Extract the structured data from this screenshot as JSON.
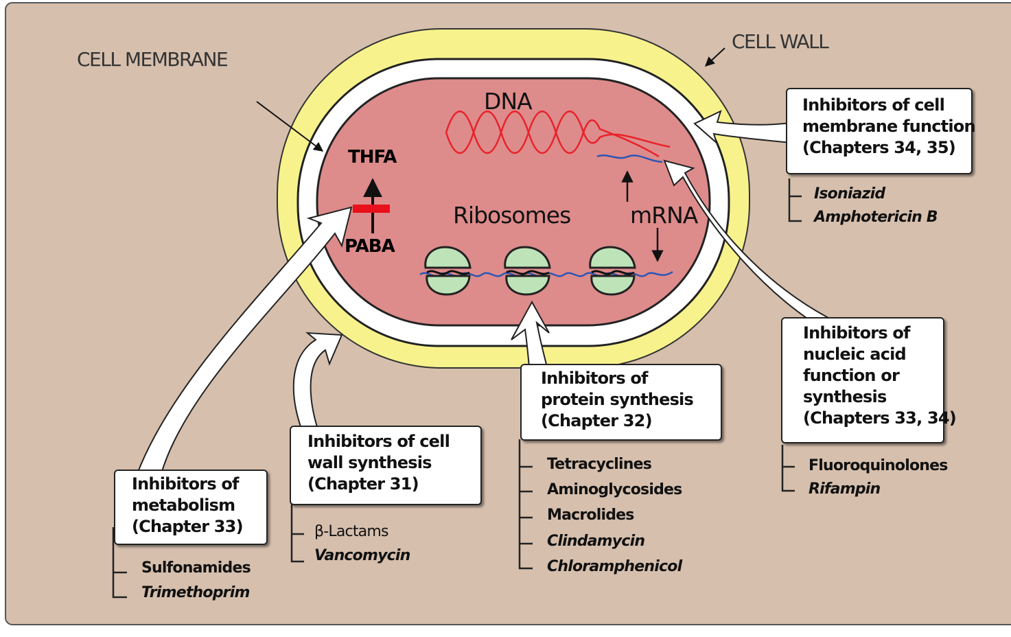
{
  "labels": {
    "cell_membrane": "CELL MEMBRANE",
    "cell_wall": "CELL WALL",
    "dna": "DNA",
    "ribosomes": "Ribosomes",
    "mrna": "mRNA",
    "thfa": "THFA",
    "paba": "PABA"
  },
  "boxes": {
    "membrane": {
      "line1": "Inhibitors of cell",
      "line2": "membrane function",
      "line3": "(Chapters 34, 35)"
    },
    "nucleic": {
      "line1": "Inhibitors of",
      "line2": "nucleic acid",
      "line3": "function or",
      "line4": "synthesis",
      "line5": "(Chapters 33, 34)"
    },
    "protein": {
      "line1": "Inhibitors of",
      "line2": "protein synthesis",
      "line3": "(Chapter 32)"
    },
    "wall": {
      "line1": "Inhibitors of cell",
      "line2": "wall synthesis",
      "line3": "(Chapter 31)"
    },
    "metabolism": {
      "line1": "Inhibitors of",
      "line2": "metabolism",
      "line3": "(Chapter 33)"
    }
  },
  "drugs": {
    "membrane": [
      "Isoniazid",
      "Amphotericin B"
    ],
    "nucleic": [
      "Fluoroquinolones",
      "Rifampin"
    ],
    "protein": [
      "Tetracyclines",
      "Aminoglycosides",
      "Macrolides",
      "Clindamycin",
      "Chloramphenicol"
    ],
    "wall": [
      "β-Lactams",
      "Vancomycin"
    ],
    "metabolism": [
      "Sulfonamides",
      "Trimethoprim"
    ]
  },
  "colors": {
    "background": "#d6bfad",
    "cell_wall": "#f7f28c",
    "cytoplasm": "#de8b8b",
    "ribosome": "#bfe3b8",
    "dna": "#e8222a",
    "mrna": "#2b55b5",
    "block_bar": "#e8101a"
  }
}
